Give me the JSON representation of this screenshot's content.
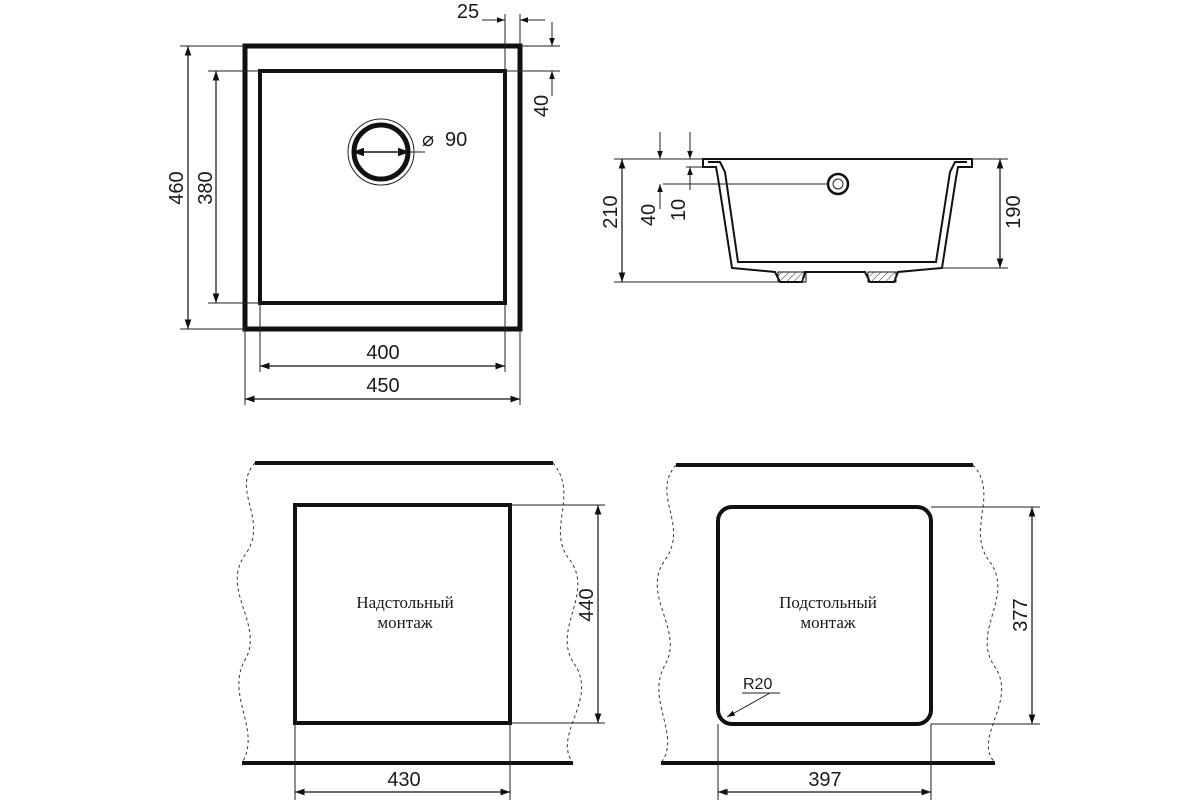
{
  "top_view": {
    "dim_width_outer": "450",
    "dim_width_inner": "400",
    "dim_height_outer": "460",
    "dim_height_inner": "380",
    "dim_offset_x": "25",
    "dim_offset_y": "40",
    "drain_diameter": "90",
    "diameter_symbol": "⌀"
  },
  "side_view": {
    "dim_total_height": "210",
    "dim_inner_height": "190",
    "dim_rim": "40",
    "dim_lip": "10"
  },
  "overmount": {
    "caption_line1": "Надстольный",
    "caption_line2": "монтаж",
    "dim_width": "430",
    "dim_height": "440"
  },
  "undermount": {
    "caption_line1": "Подстольный",
    "caption_line2": "монтаж",
    "dim_width": "397",
    "dim_height": "377",
    "dim_radius": "R20"
  },
  "colors": {
    "ink": "#111111",
    "hatch": "#555555"
  }
}
